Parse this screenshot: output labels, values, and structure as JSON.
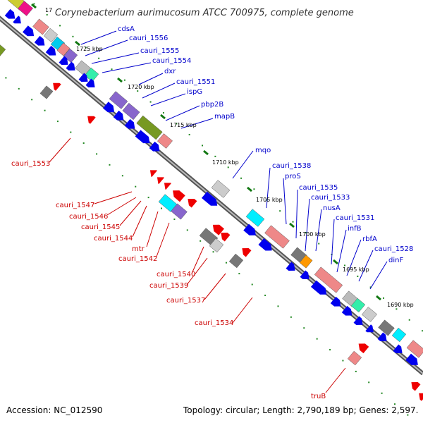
{
  "title": "Corynebacterium aurimucosum ATCC 700975, complete genome",
  "kbp_labels": [
    "17",
    "1725 kbp",
    "1720 kbp",
    "1715 kbp",
    "1710 kbp",
    "1705 kbp",
    "1700 kbp",
    "1695 kbp",
    "1690 kbp"
  ],
  "forward_labels": [
    "cdsA",
    "cauri_1556",
    "cauri_1555",
    "cauri_1554",
    "dxr",
    "cauri_1551",
    "ispG",
    "pbp2B",
    "mapB",
    "mqo",
    "cauri_1538",
    "proS",
    "cauri_1535",
    "cauri_1533",
    "nusA",
    "cauri_1531",
    "infB",
    "rbfA",
    "cauri_1528",
    "dinF"
  ],
  "reverse_labels": [
    "cauri_1553",
    "cauri_1547",
    "cauri_1546",
    "cauri_1545",
    "cauri_1544",
    "mtr",
    "cauri_1542",
    "cauri_1540",
    "cauri_1539",
    "cauri_1537",
    "cauri_1534",
    "truB"
  ],
  "footer": {
    "accession": "Accession: NC_012590",
    "summary": "Topology: circular; Length: 2,790,189 bp; Genes: 2,597."
  },
  "colors": {
    "forward_gene": "#0000ee",
    "reverse_gene": "#ee0000",
    "forward_label": "#0000cc",
    "reverse_label": "#cc0000",
    "backbone": "#888888",
    "gc_dots": "#228822",
    "tick": "#117711"
  }
}
